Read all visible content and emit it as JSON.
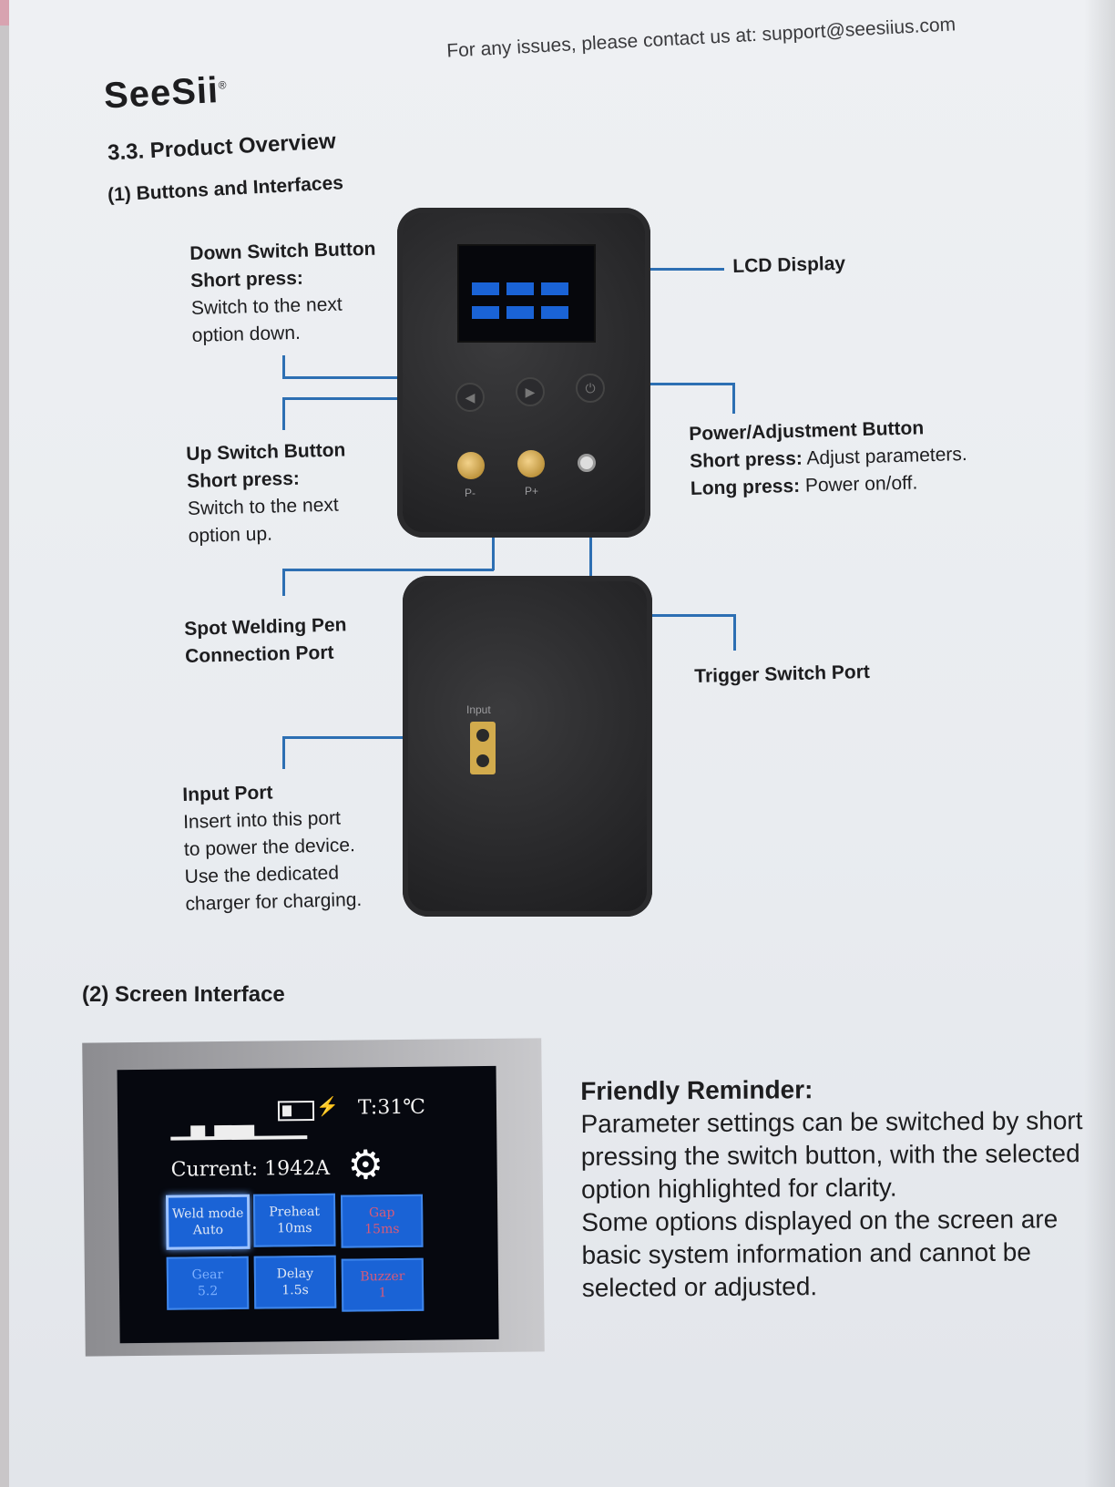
{
  "header": {
    "logo": "SeeSii",
    "logo_mark": "®",
    "contact": "For any issues, please contact us at: support@seesiius.com"
  },
  "section": {
    "title": "3.3. Product Overview",
    "subtitle": "(1) Buttons and Interfaces",
    "screen_subtitle": "(2) Screen Interface"
  },
  "labels": {
    "down": {
      "title": "Down Switch Button",
      "press": "Short press:",
      "desc1": "Switch to the next",
      "desc2": "option down."
    },
    "up": {
      "title": "Up Switch Button",
      "press": "Short press:",
      "desc1": "Switch to the next",
      "desc2": "option up."
    },
    "pen": {
      "title1": "Spot Welding Pen",
      "title2": "Connection Port"
    },
    "input": {
      "title": "Input Port",
      "d1": "Insert into this port",
      "d2": "to power the device.",
      "d3": "Use the dedicated",
      "d4": "charger for charging."
    },
    "lcd": {
      "title": "LCD Display"
    },
    "power": {
      "title": "Power/Adjustment Button",
      "short": "Short press:",
      "short_desc": " Adjust parameters.",
      "long": "Long press:",
      "long_desc": " Power on/off."
    },
    "trigger": {
      "title": "Trigger Switch Port"
    }
  },
  "device": {
    "port_p_minus": "P-",
    "port_p_plus": "P+",
    "input_label": "Input"
  },
  "screen": {
    "temp": "T:31℃",
    "current": "Current: 1942A",
    "tiles": [
      {
        "l1": "Weld mode",
        "l2": "Auto"
      },
      {
        "l1": "Preheat",
        "l2": "10ms"
      },
      {
        "l1": "Gap",
        "l2": "15ms"
      },
      {
        "l1": "Gear",
        "l2": "5.2"
      },
      {
        "l1": "Delay",
        "l2": "1.5s"
      },
      {
        "l1": "Buzzer",
        "l2": "1"
      }
    ]
  },
  "reminder": {
    "title": "Friendly Reminder:",
    "p1": "Parameter settings can be switched by short pressing the switch button, with the selected option highlighted for clarity.",
    "p2": "Some options displayed on the screen are basic system information and cannot be selected or adjusted."
  },
  "colors": {
    "accent_line": "#2d6fb3",
    "tile": "#1a63d6"
  }
}
